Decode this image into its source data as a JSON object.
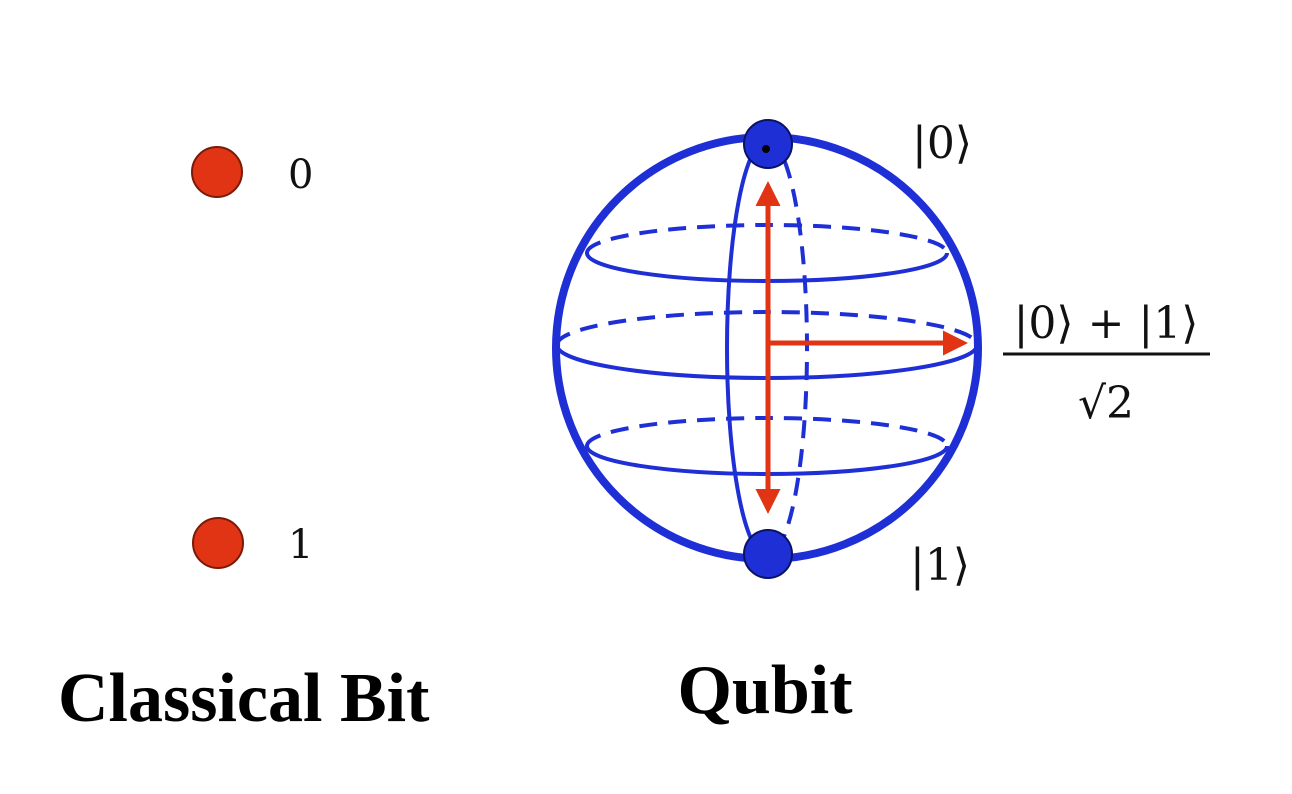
{
  "colors": {
    "bit_dot": "#e03414",
    "sphere": "#1f2fd6",
    "arrow": "#e03414",
    "text": "#111111"
  },
  "classical_bit": {
    "caption": "Classical Bit",
    "states": [
      {
        "label": "0"
      },
      {
        "label": "1"
      }
    ]
  },
  "qubit": {
    "caption": "Qubit",
    "state_zero": "|0⟩",
    "state_one": "|1⟩",
    "superposition_numerator": "|0⟩ + |1⟩",
    "superposition_denominator": "√2"
  }
}
